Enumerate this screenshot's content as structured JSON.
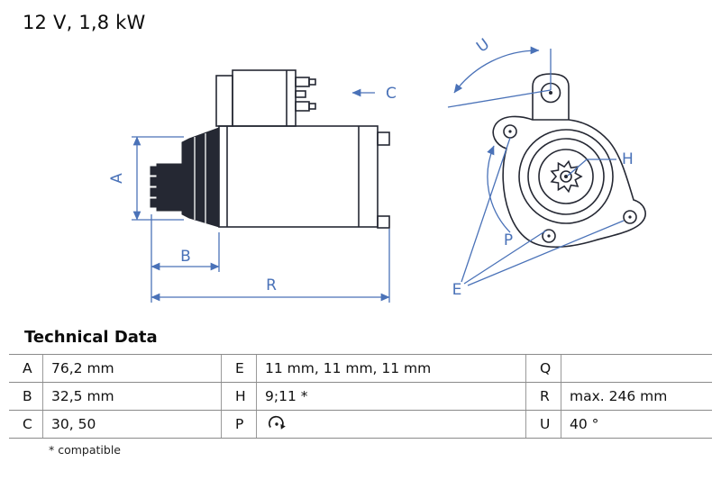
{
  "header": {
    "power_rating": "12 V, 1,8 kW"
  },
  "drawing": {
    "dimension_labels": {
      "a": "A",
      "b": "B",
      "c": "C",
      "r": "R",
      "u": "U",
      "h": "H",
      "p": "P",
      "e": "E"
    }
  },
  "technical_data": {
    "title": "Technical Data",
    "rows": [
      {
        "c1_label": "A",
        "c1_value": "76,2 mm",
        "c2_label": "E",
        "c2_value": "11 mm, 11 mm, 11 mm",
        "c3_label": "Q",
        "c3_value": ""
      },
      {
        "c1_label": "B",
        "c1_value": "32,5 mm",
        "c2_label": "H",
        "c2_value": "9;11 *",
        "c3_label": "R",
        "c3_value": "max. 246 mm"
      },
      {
        "c1_label": "C",
        "c1_value": "30, 50",
        "c2_label": "P",
        "c2_value": "",
        "c2_icon": "rotation-direction-icon",
        "c3_label": "U",
        "c3_value": "40 °"
      }
    ],
    "footnote": "* compatible"
  },
  "colors": {
    "dimension_blue": "#4a72b8",
    "drawing_dark": "#252833"
  }
}
